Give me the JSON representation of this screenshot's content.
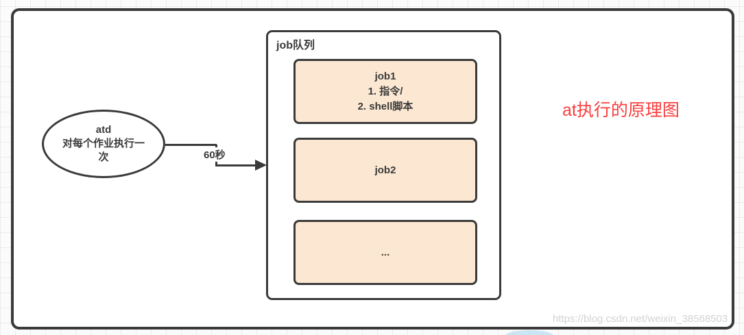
{
  "page": {
    "annotation": {
      "text": "at执行的原理图",
      "color": "#fa3e3e"
    },
    "watermark": {
      "text": "https://blog.csdn.net/weixin_38568503",
      "color": "#d3d3d3"
    },
    "actor": {
      "line1": "atd",
      "line2": "对每个作业执行一",
      "line3": "次"
    },
    "arrow": {
      "label": "60秒"
    },
    "queue": {
      "title": "job队列",
      "job1": {
        "line1": "job1",
        "line2": "1. 指令/",
        "line3": "2. shell脚本"
      },
      "job2": {
        "line1": "job2"
      },
      "job3": {
        "line1": "..."
      }
    },
    "colors": {
      "stroke": "#3a3a3a",
      "job_fill": "#fce8d2",
      "canvas_grid": "#ebebeb",
      "shape_fill": "#ffffff"
    }
  }
}
